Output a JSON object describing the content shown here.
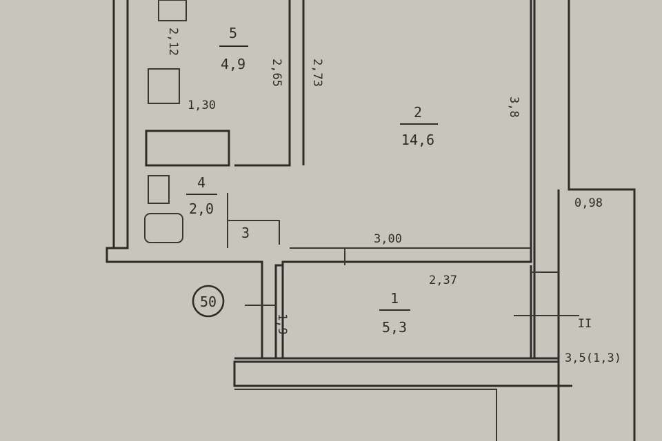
{
  "rooms": [
    {
      "number": "5",
      "area": "4,9"
    },
    {
      "number": "2",
      "area": "14,6"
    },
    {
      "number": "4",
      "area": "2,0"
    },
    {
      "number": "3"
    },
    {
      "number": "1",
      "area": "5,3"
    },
    {
      "number": "II",
      "area": "3,5(1,3)"
    }
  ],
  "dimensions": [
    "2,12",
    "2,65",
    "2,73",
    "1,30",
    "3,8",
    "3,00",
    "2,37",
    "0,98",
    "1,9"
  ],
  "marker": "50",
  "colors": {
    "paper": "#c8c5bd",
    "ink": "#2e2c29"
  }
}
